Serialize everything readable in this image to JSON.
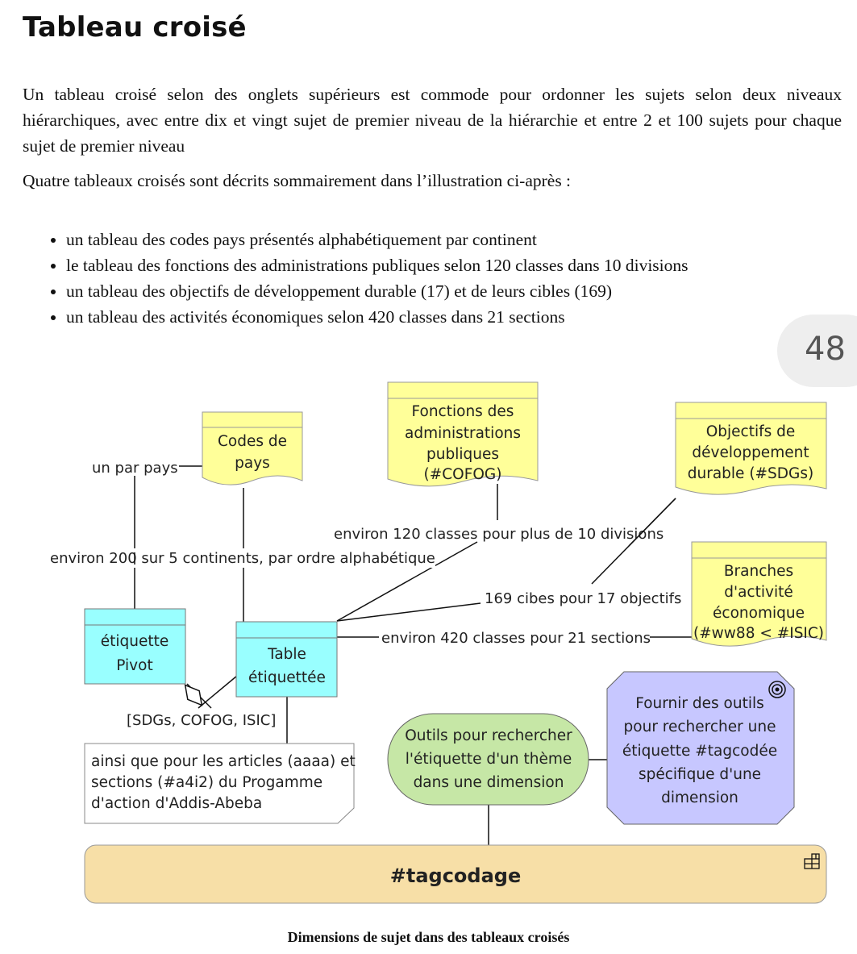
{
  "title": "Tableau croisé",
  "paragraphs": [
    "Un tableau croisé selon des onglets supérieurs est commode pour ordonner les sujets selon deux niveaux hiérarchiques, avec entre dix et vingt sujet de premier niveau de la hiérarchie et entre 2 et 100 sujets pour chaque sujet de premier niveau",
    "Quatre tableaux croisés sont décrits sommairement dans l’illustration ci-après :"
  ],
  "bullets": [
    "un tableau des codes pays présentés alphabétiquement par continent",
    "le tableau des fonctions des administrations publiques selon 120 classes dans 10 divisions",
    "un tableau des objectifs de développement durable (17) et de leurs cibles (169)",
    "un tableau des activités économiques selon 420 classes dans 21 sections"
  ],
  "page_number": "48",
  "diagram": {
    "nodes": {
      "codes_pays": [
        "Codes de",
        "pays"
      ],
      "cofog": [
        "Fonctions des",
        "administrations",
        "publiques",
        "(#COFOG)"
      ],
      "sdgs": [
        "Objectifs de",
        "développement",
        "durable (#SDGs)"
      ],
      "branches": [
        "Branches",
        "d'activité",
        "économique",
        "(#ww88 < #ISIC)"
      ],
      "etiquette_pivot": [
        "étiquette",
        "Pivot"
      ],
      "table_etiquetee": [
        "Table",
        "étiquettée"
      ],
      "note": [
        "ainsi que pour les articles (aaaa) et",
        "sections (#a4i2) du Progamme",
        "d'action d'Addis-Abeba"
      ],
      "outils": [
        "Outils pour rechercher",
        "l'étiquette d'un thème",
        "dans une dimension"
      ],
      "fournir": [
        "Fournir des outils",
        "pour rechercher une",
        "étiquette #tagcodée",
        "spécifique d'une",
        "dimension"
      ],
      "tagcodage": "#tagcodage"
    },
    "labels": {
      "un_par_pays": "un par pays",
      "environ_200": "environ 200 sur 5 continents, par ordre alphabétique",
      "environ_120": "environ 120 classes pour plus de 10 divisions",
      "cibles_169": "169 cibes pour 17 objectifs",
      "environ_420": "environ 420 classes pour 21 sections",
      "sdgs_cofog_isic": "[SDGs, COFOG, ISIC]"
    },
    "colors": {
      "yellow_fill": "#ffff99",
      "cyan_fill": "#99ffff",
      "green_fill": "#c6e7a6",
      "purple_fill": "#c7c7ff",
      "tan_fill": "#f7dfa7"
    }
  },
  "caption": "Dimensions de sujet dans des tableaux croisés"
}
